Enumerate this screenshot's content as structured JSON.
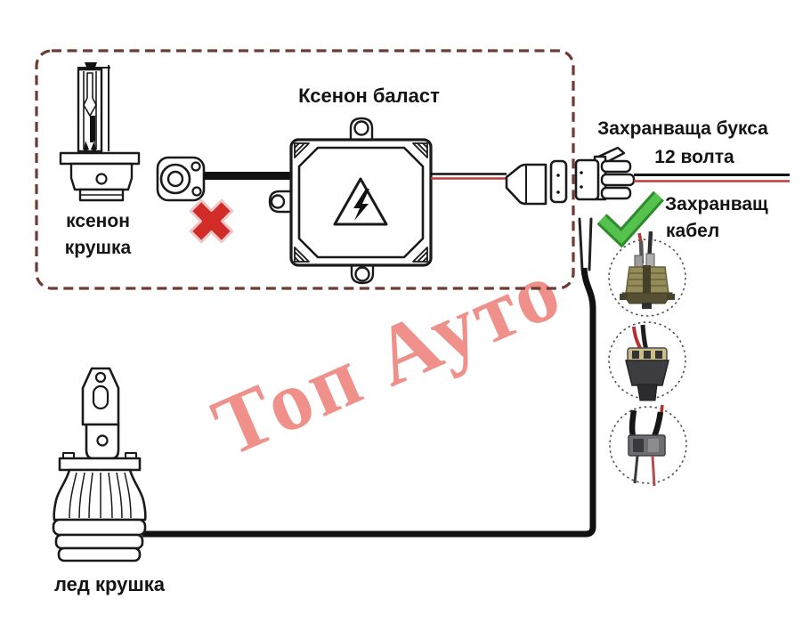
{
  "diagram": {
    "title_ballast": "Ксенон баласт",
    "xenon_bulb": {
      "line1": "ксенон",
      "line2": "крушка"
    },
    "power_socket": {
      "line1": "Захранваща букса",
      "line2": "12 волта"
    },
    "power_cable": {
      "line1": "Захранващ",
      "line2": "кабел"
    },
    "led_bulb": {
      "label": "лед крушка"
    },
    "marks": {
      "wrong": "✗",
      "correct": "✓"
    }
  },
  "watermark": {
    "text": "Топ Ауто"
  },
  "colors": {
    "dash_border": "#6e3b34",
    "watermark": "#f0908a",
    "line": "#1a1a1a",
    "wire_black": "#111111",
    "wire_red": "#c03b3b",
    "cross_red": "#d22c28",
    "check_green": "#54c24c",
    "check_green_dark": "#2c8c2c"
  },
  "icons": {
    "xenon-bulb-icon": "D2S xenon bulb line drawing",
    "igniter-plug-icon": "round igniter connector",
    "ballast-icon": "xenon ballast box",
    "high-voltage-icon": "⚡ warning triangle",
    "cross-icon": "✗",
    "check-icon": "✓",
    "ballast-output-plug-icon": "male output connector",
    "power-socket-icon": "12V power socket connector",
    "power-cable-icon": "two-wire power cable leads",
    "led-bulb-icon": "LED bulb with finned heatsink",
    "connector-photo-hb4-icon": "HB4 connector photo",
    "connector-photo-h4-icon": "H4 connector photo",
    "connector-photo-h7-icon": "H7 connector photo"
  }
}
